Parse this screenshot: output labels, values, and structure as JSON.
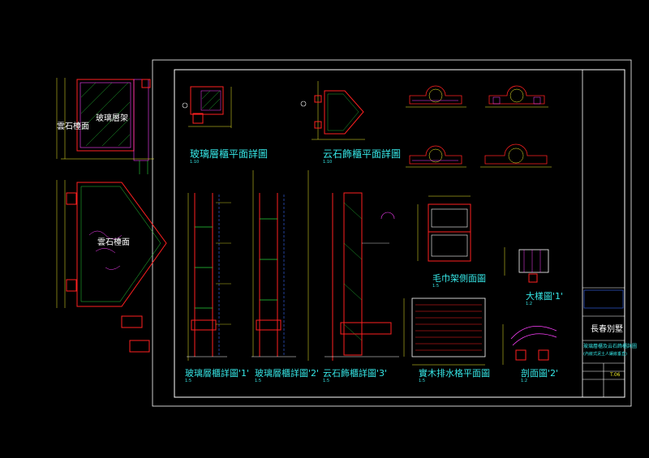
{
  "colors": {
    "background": "#000000",
    "frame": "#ffffff",
    "titles": "#36e6e6",
    "dimensions": "#f3ef2a",
    "panel": "#ff2020",
    "fixtures": "#ff40ff",
    "glass": "#29d23a",
    "hidden": "#3a6cff"
  },
  "left_details": {
    "shelf_label": "玻璃層架",
    "marble_label_top": "雲石檯面",
    "marble_label_mid": "雲石檯面"
  },
  "titles": {
    "glass_shelf_plan": "玻璃層櫃平面詳圖",
    "glass_shelf_plan_scale": "1:10",
    "marble_cabinet_plan": "云石飾櫃平面詳圖",
    "marble_cabinet_plan_scale": "1:10",
    "glass_shelf_detail_1": "玻璃層櫃詳圖'1'",
    "glass_shelf_detail_1_scale": "1:5",
    "glass_shelf_detail_2": "玻璃層櫃詳圖'2'",
    "glass_shelf_detail_2_scale": "1:5",
    "marble_detail_3": "云石飾櫃詳圖'3'",
    "marble_detail_3_scale": "1:5",
    "towel_rack_elevation": "毛巾架側面圖",
    "towel_rack_scale": "1:5",
    "wood_grille_plan": "實木排水格平面圖",
    "wood_grille_scale": "1:5",
    "detail_1": "大樣圖'1'",
    "detail_1_scale": "1:2",
    "section_2": "剖面圖'2'",
    "section_2_scale": "1:2"
  },
  "title_block": {
    "project": "長春別墅",
    "drawing_title": "玻璃層櫃及云石飾櫃詳圖",
    "drawing_sub": "(內嵌式泥土人鑲嵌垂直)",
    "sheet_no": "T.06"
  }
}
